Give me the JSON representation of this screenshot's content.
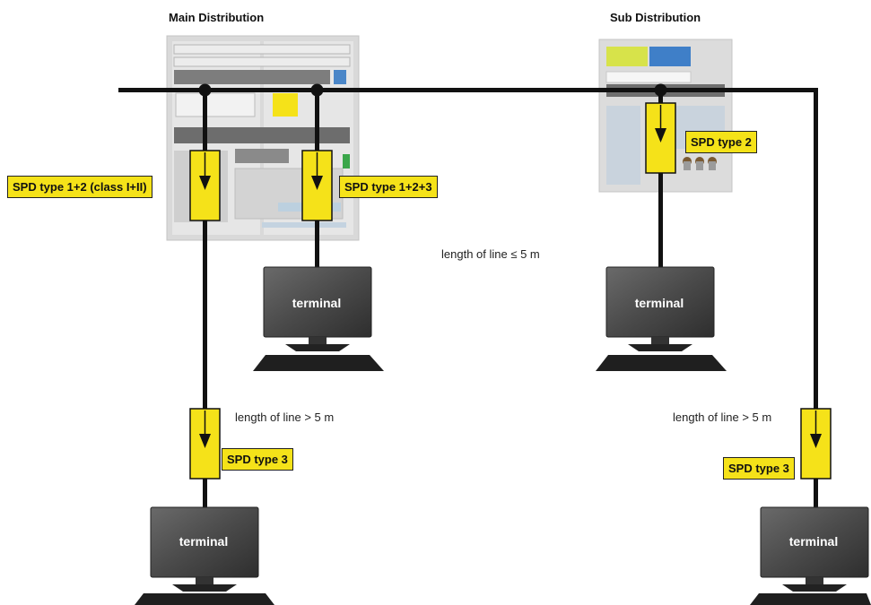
{
  "titles": {
    "main": "Main Distribution",
    "sub": "Sub Distribution"
  },
  "spd_labels": {
    "main_1_2": "SPD type 1+2 (class I+II)",
    "main_1_2_3": "SPD type 1+2+3",
    "sub_2": "SPD type 2",
    "left_3": "SPD type 3",
    "right_3": "SPD type 3"
  },
  "line_notes": {
    "short": "length of line ≤ 5 m",
    "long_left": "length of line > 5 m",
    "long_right": "length of line > 5 m"
  },
  "terminal_label": "terminal",
  "colors": {
    "spd_yellow": "#f5e219",
    "line": "#111111",
    "cabinet": "#d7d7d7",
    "monitor": "#3a3a3a"
  }
}
